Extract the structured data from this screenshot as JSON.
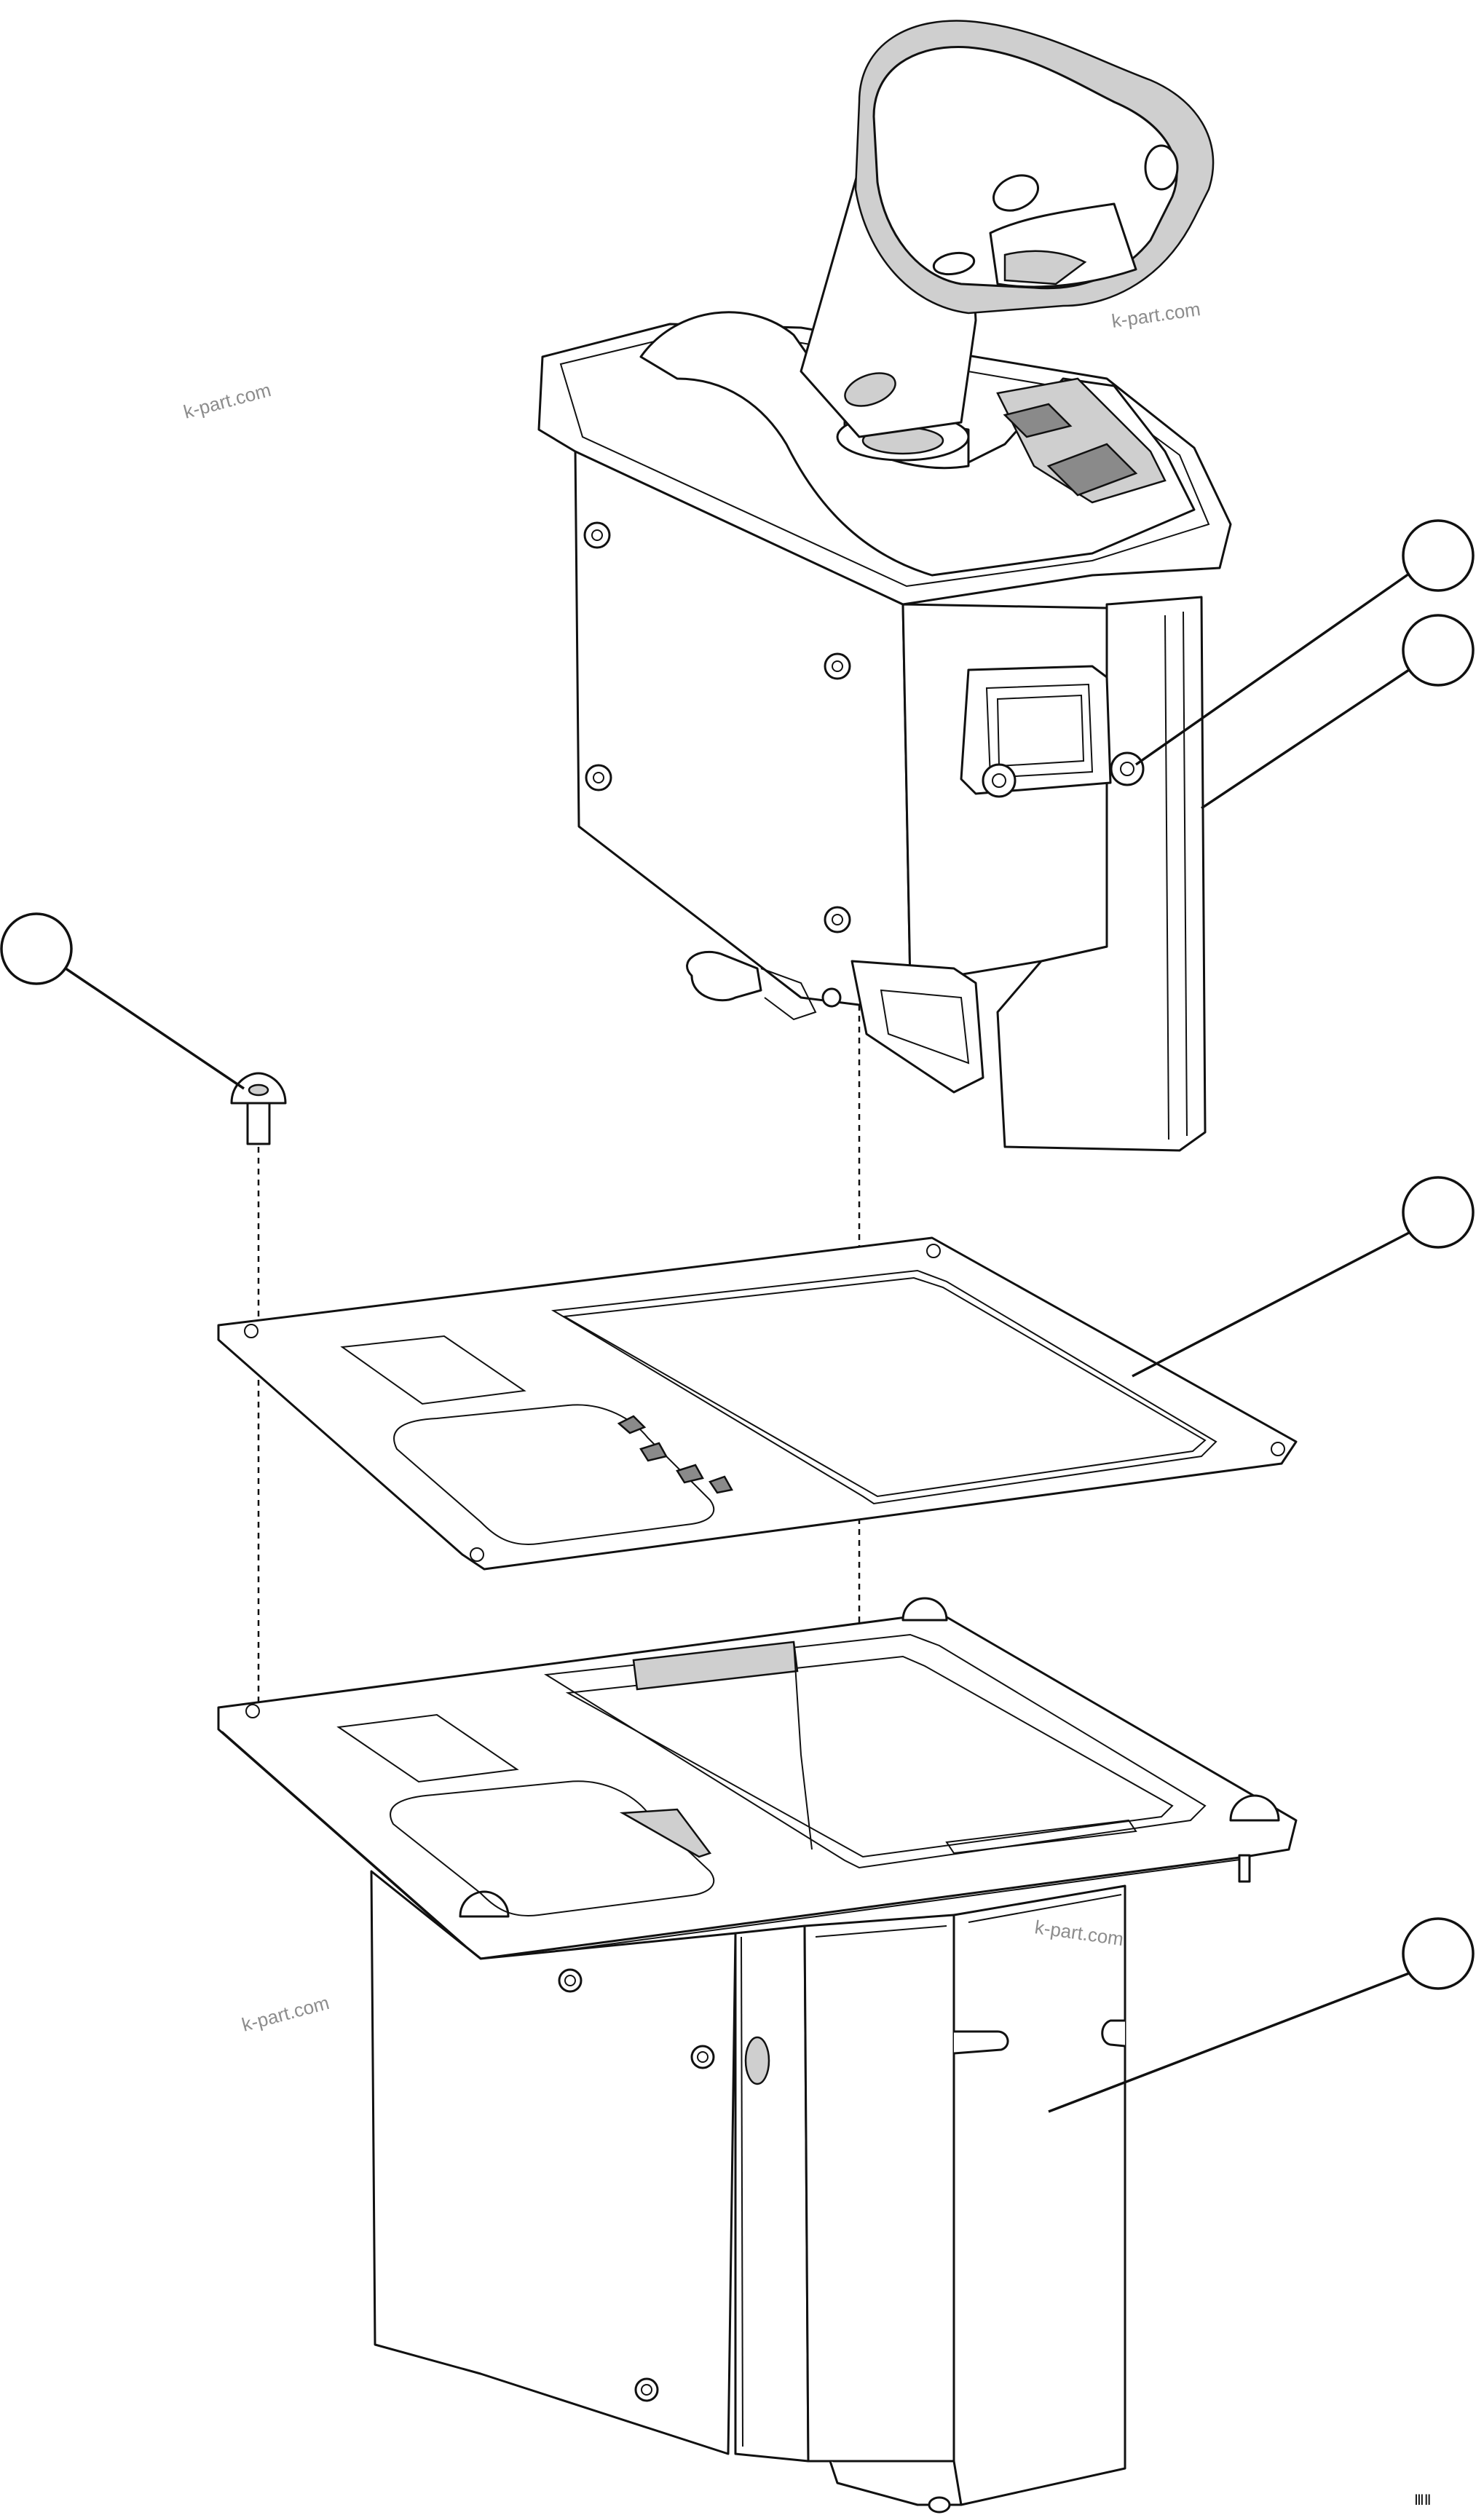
{
  "watermarks": [
    "k-part.com",
    "k-part.com",
    "k-part.com",
    "k-part.com"
  ],
  "drawing_code": "ⅢⅡ",
  "parts": [
    "shifter-assembly",
    "mounting-screw",
    "gasket",
    "mounting-plate",
    "bracket-housing"
  ],
  "callouts": [
    {
      "id": "callout-1",
      "label": ""
    },
    {
      "id": "callout-2",
      "label": ""
    },
    {
      "id": "callout-3",
      "label": ""
    },
    {
      "id": "callout-4",
      "label": ""
    },
    {
      "id": "callout-5",
      "label": ""
    }
  ]
}
